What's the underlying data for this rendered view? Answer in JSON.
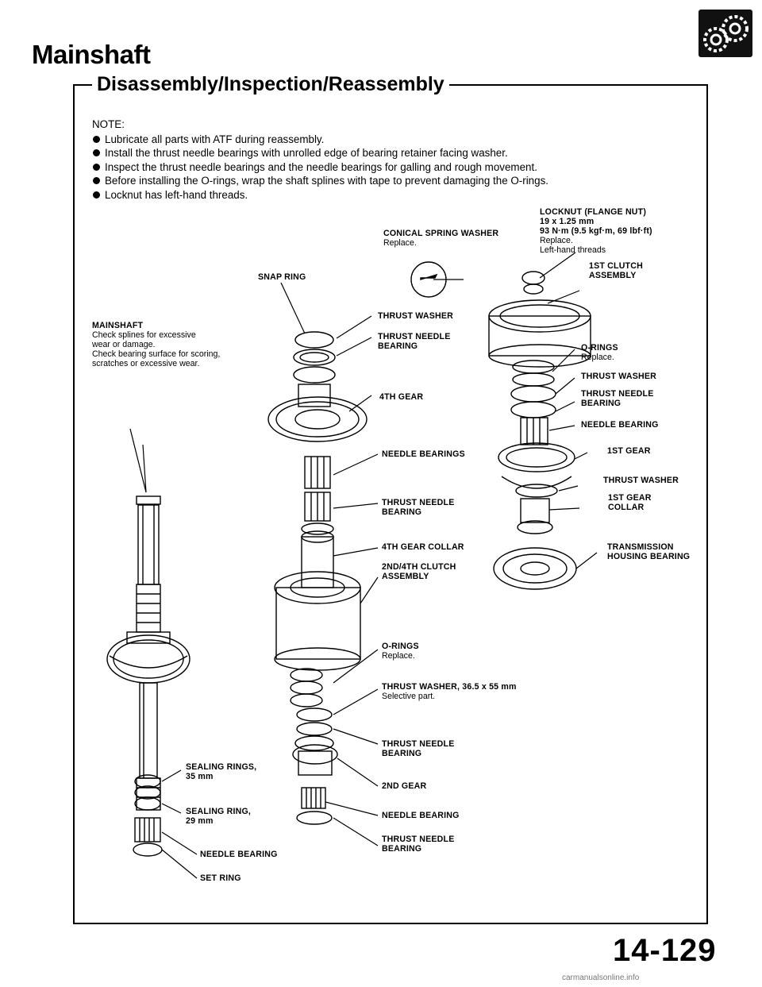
{
  "header": {
    "title": "Mainshaft",
    "subtitle": "Disassembly/Inspection/Reassembly",
    "logo_icon": "transmission-gears-icon"
  },
  "notes": {
    "heading": "NOTE:",
    "items": [
      "Lubricate all parts with ATF during reassembly.",
      "Install the thrust needle bearings with unrolled edge of bearing retainer facing washer.",
      "Inspect the thrust needle bearings and the needle bearings for galling and rough movement.",
      "Before installing the O-rings, wrap the shaft splines with tape to prevent damaging the O-rings.",
      "Locknut has left-hand threads."
    ]
  },
  "labels": {
    "locknut": {
      "name": "LOCKNUT (FLANGE NUT)",
      "lines": [
        "19 x 1.25 mm",
        "93 N·m (9.5 kgf·m, 69 lbf·ft)",
        "Replace.",
        "Left-hand threads"
      ]
    },
    "conical_spring_washer": {
      "name": "CONICAL SPRING WASHER",
      "note": "Replace."
    },
    "snap_ring": {
      "name": "SNAP RING"
    },
    "first_clutch_assembly": {
      "name": "1ST CLUTCH",
      "name2": "ASSEMBLY"
    },
    "mainshaft": {
      "name": "MAINSHAFT",
      "lines": [
        "Check splines for excessive",
        "wear or damage.",
        "Check bearing surface for scoring,",
        "scratches or excessive wear."
      ]
    },
    "thrust_washer_top": {
      "name": "THRUST WASHER"
    },
    "thrust_needle_bearing_top": {
      "name": "THRUST NEEDLE",
      "name2": "BEARING"
    },
    "fourth_gear": {
      "name": "4TH GEAR"
    },
    "o_rings_right": {
      "name": "O-RINGS",
      "note": "Replace."
    },
    "thrust_washer_right": {
      "name": "THRUST WASHER"
    },
    "thrust_needle_bearing_right": {
      "name": "THRUST NEEDLE",
      "name2": "BEARING"
    },
    "needle_bearing_right": {
      "name": "NEEDLE BEARING"
    },
    "needle_bearings_mid": {
      "name": "NEEDLE BEARINGS"
    },
    "first_gear": {
      "name": "1ST GEAR"
    },
    "thrust_washer_right2": {
      "name": "THRUST WASHER"
    },
    "first_gear_collar": {
      "name": "1ST GEAR",
      "name2": "COLLAR"
    },
    "thrust_needle_bearing_mid": {
      "name": "THRUST NEEDLE",
      "name2": "BEARING"
    },
    "fourth_gear_collar": {
      "name": "4TH GEAR COLLAR"
    },
    "transmission_housing_bearing": {
      "name": "TRANSMISSION",
      "name2": "HOUSING BEARING"
    },
    "second_fourth_clutch": {
      "name": "2ND/4TH CLUTCH",
      "name2": "ASSEMBLY"
    },
    "o_rings_lower": {
      "name": "O-RINGS",
      "note": "Replace."
    },
    "thrust_washer_selective": {
      "name": "THRUST WASHER, 36.5 x 55 mm",
      "note": "Selective part."
    },
    "thrust_needle_bearing_low": {
      "name": "THRUST NEEDLE",
      "name2": "BEARING"
    },
    "sealing_rings_35": {
      "name": "SEALING RINGS,",
      "name2": "35 mm"
    },
    "second_gear": {
      "name": "2ND GEAR"
    },
    "sealing_ring_29": {
      "name": "SEALING RING,",
      "name2": "29 mm"
    },
    "needle_bearing_low": {
      "name": "NEEDLE BEARING"
    },
    "thrust_needle_bearing_bottom": {
      "name": "THRUST NEEDLE",
      "name2": "BEARING"
    },
    "needle_bearing_left": {
      "name": "NEEDLE BEARING"
    },
    "set_ring": {
      "name": "SET RING"
    }
  },
  "page_number": "14-129",
  "watermark": "carmanualsonline.info"
}
